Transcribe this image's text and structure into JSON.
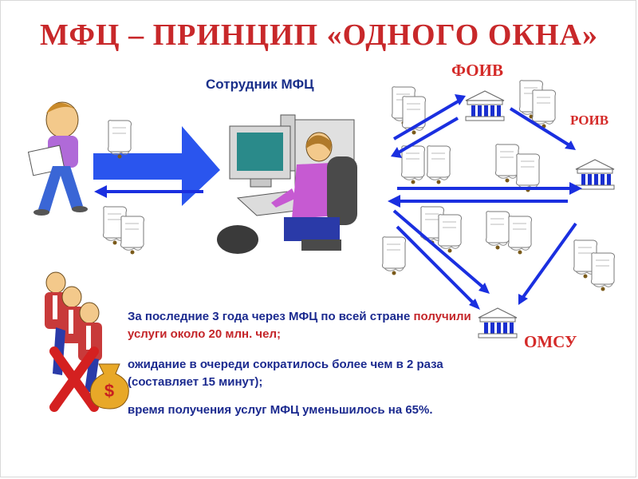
{
  "slide": {
    "title": "МФЦ – ПРИНЦИП «ОДНОГО ОКНА»",
    "employee_label": "Сотрудник МФЦ",
    "foiv_label": "ФОИВ",
    "roiv_label": "РОИВ",
    "omsu_label": "ОМСУ",
    "paragraph1": {
      "part1": "За последние 3 года через МФЦ   по всей стране ",
      "part2": "получили услуги около 20 млн. чел;"
    },
    "paragraph2": "ожидание в очереди сократилось более чем в 2 раза (составляет 15 минут);",
    "paragraph3": "время получения услуг МФЦ уменьшилось на 65%.",
    "dollar_sign": "$"
  },
  "colors": {
    "title": "#c8282a",
    "text_blue": "#1b2a8f",
    "arrow_blue": "#1a2fe0",
    "big_arrow_blue": "#2a55ee",
    "accent_red": "#c4262a"
  },
  "icons": [
    "citizen-with-papers",
    "document-scroll",
    "computer-operator",
    "government-building",
    "queue-of-people",
    "red-cross",
    "money-bag"
  ]
}
